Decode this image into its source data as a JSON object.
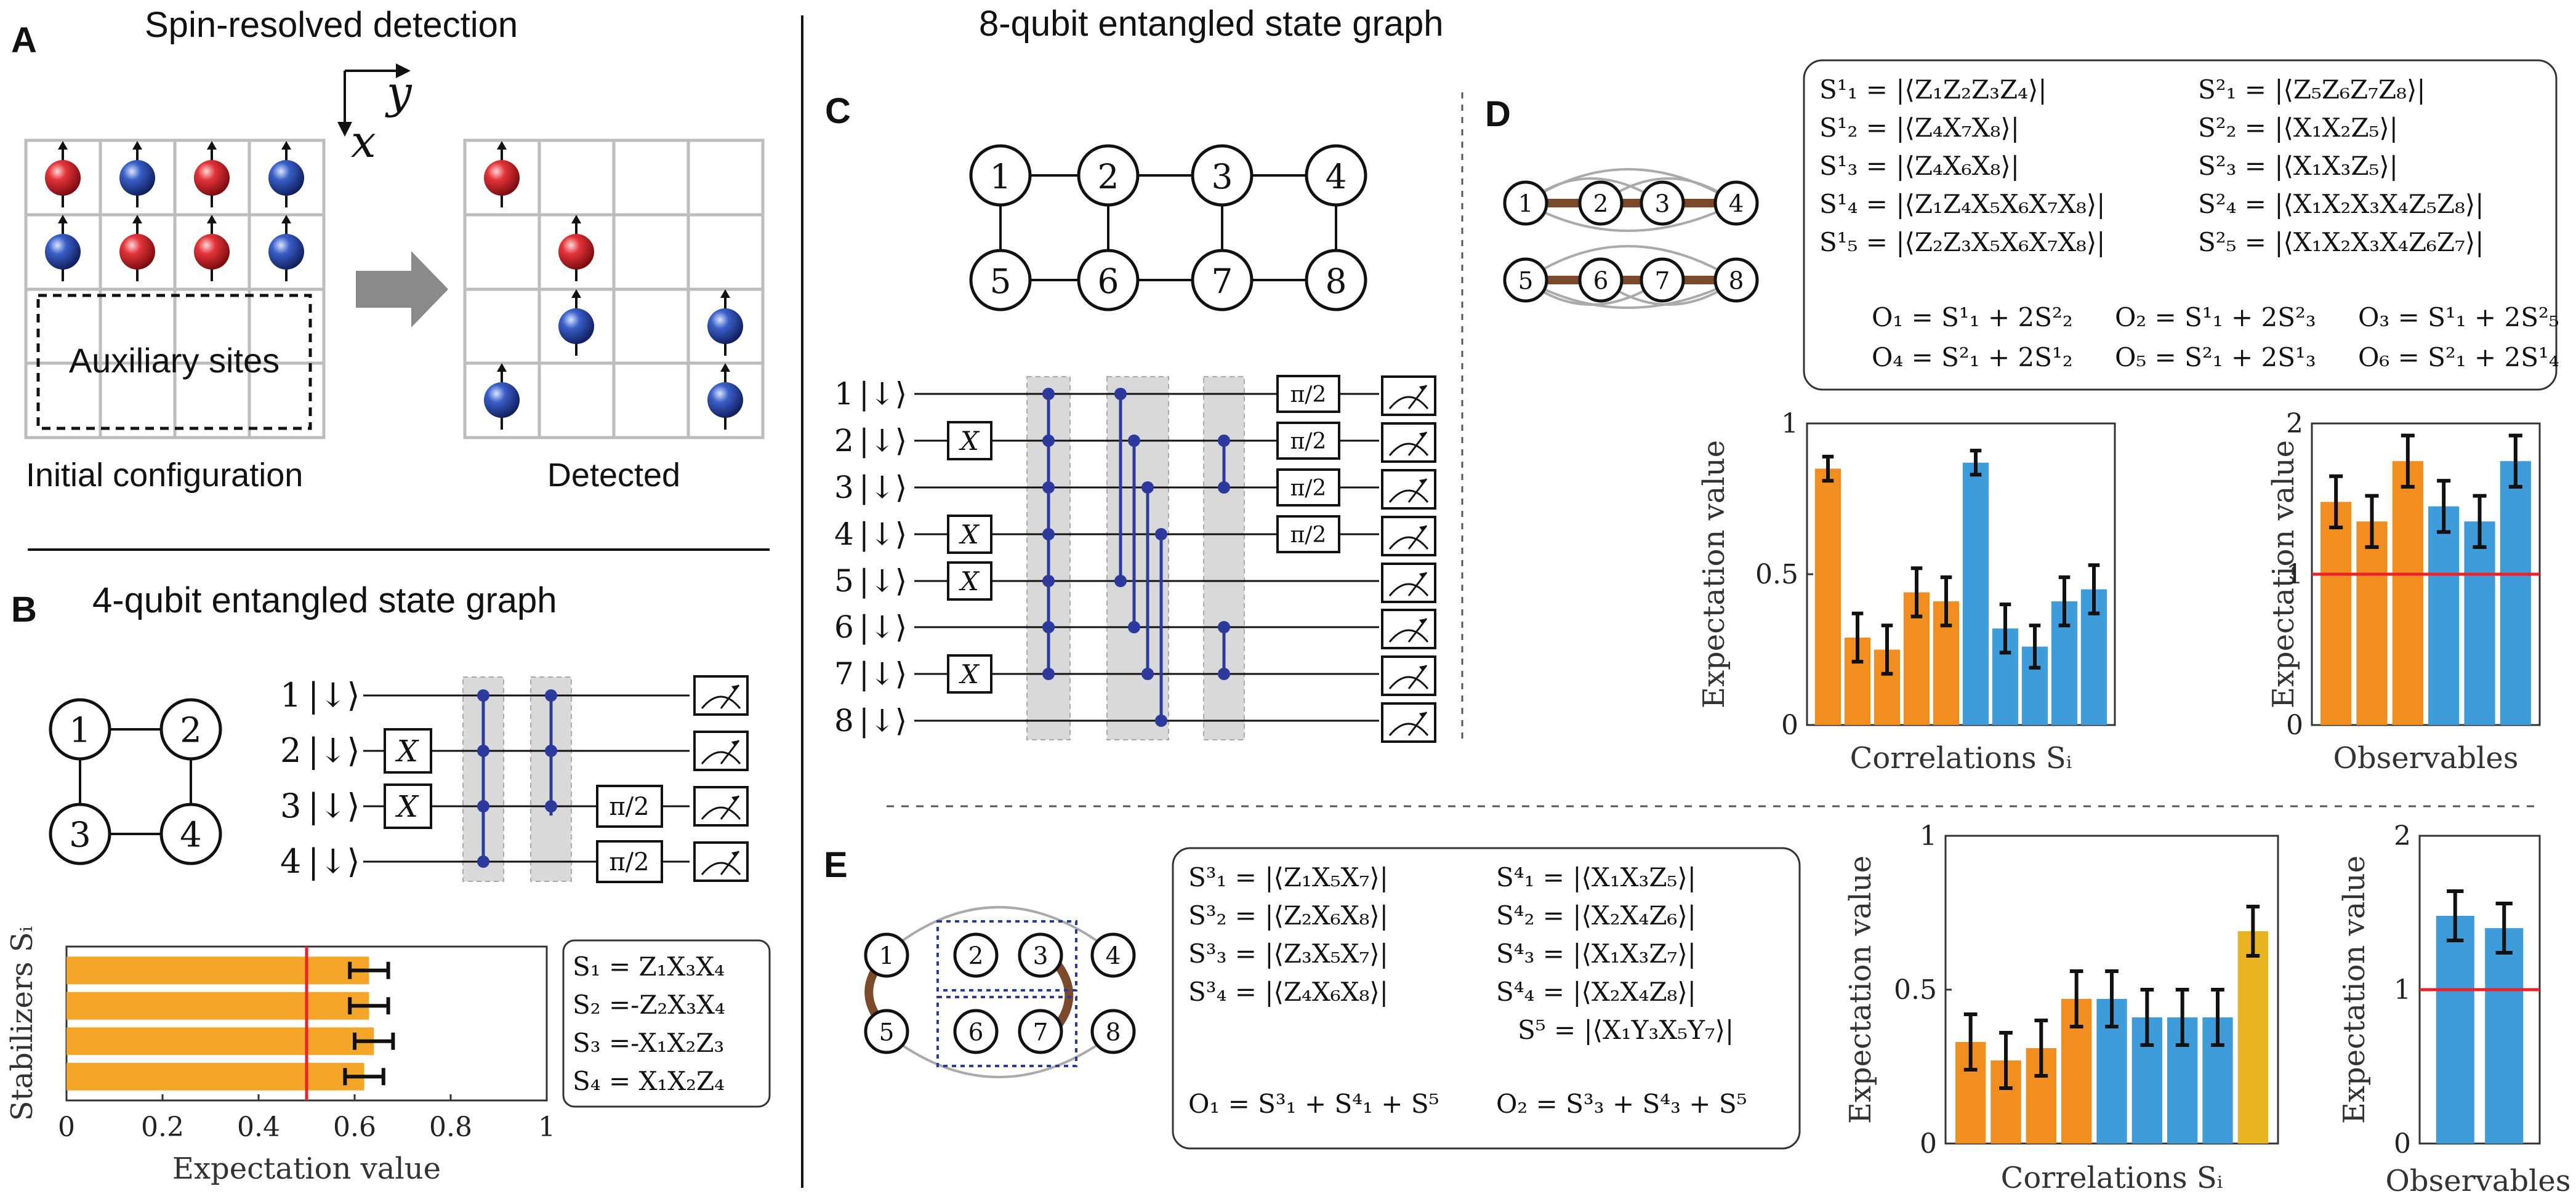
{
  "panels": {
    "A": {
      "letter": "A",
      "title": "Spin-resolved detection",
      "aux_label": "Auxiliary sites",
      "initial_label": "Initial configuration",
      "detected_label": "Detected",
      "axis_x": "x",
      "axis_y": "y"
    },
    "B": {
      "letter": "B",
      "title": "4-qubit entangled state graph",
      "nodes": [
        "1",
        "2",
        "3",
        "4"
      ],
      "qubit_rows": [
        "1",
        "2",
        "3",
        "4"
      ],
      "ket": "|↓⟩",
      "x_gate": "X",
      "rot_gate": "π/2",
      "stabilizers": [
        "S₁ =  Z₁X₃X₄",
        "S₂ =-Z₂X₃X₄",
        "S₃ =-X₁X₂Z₃",
        "S₄ =  X₁X₂Z₄"
      ]
    },
    "C": {
      "letter": "C",
      "title": "8-qubit entangled state graph",
      "nodes": [
        "1",
        "2",
        "3",
        "4",
        "5",
        "6",
        "7",
        "8"
      ],
      "qubit_rows": [
        "1",
        "2",
        "3",
        "4",
        "5",
        "6",
        "7",
        "8"
      ],
      "ket": "|↓⟩",
      "x_gate": "X",
      "rot_gate": "π/2"
    },
    "D": {
      "letter": "D",
      "nodes": [
        "1",
        "2",
        "3",
        "4",
        "5",
        "6",
        "7",
        "8"
      ],
      "equations_left": [
        "S¹₁ = |⟨Z₁Z₂Z₃Z₄⟩|",
        "S¹₂ = |⟨Z₄X₇X₈⟩|",
        "S¹₃ = |⟨Z₄X₆X₈⟩|",
        "S¹₄ = |⟨Z₁Z₄X₅X₆X₇X₈⟩|",
        "S¹₅ = |⟨Z₂Z₃X₅X₆X₇X₈⟩|"
      ],
      "equations_right": [
        "S²₁ = |⟨Z₅Z₆Z₇Z₈⟩|",
        "S²₂ = |⟨X₁X₂Z₅⟩|",
        "S²₃ = |⟨X₁X₃Z₅⟩|",
        "S²₄ = |⟨X₁X₂X₃X₄Z₅Z₈⟩|",
        "S²₅ = |⟨X₁X₂X₃X₄Z₆Z₇⟩|"
      ],
      "observables": [
        "O₁ = S¹₁ + 2S²₂",
        "O₂ = S¹₁ + 2S²₃",
        "O₃ = S¹₁ + 2S²₅",
        "O₄ = S²₁ + 2S¹₂",
        "O₅ = S²₁ + 2S¹₃",
        "O₆ = S²₁ + 2S¹₄"
      ]
    },
    "E": {
      "letter": "E",
      "nodes": [
        "1",
        "2",
        "3",
        "4",
        "5",
        "6",
        "7",
        "8"
      ],
      "equations_left": [
        "S³₁ = |⟨Z₁X₅X₇⟩|",
        "S³₂ = |⟨Z₂X₆X₈⟩|",
        "S³₃ = |⟨Z₃X₅X₇⟩|",
        "S³₄ = |⟨Z₄X₆X₈⟩|"
      ],
      "equations_right": [
        "S⁴₁ = |⟨X₁X₃Z₅⟩|",
        "S⁴₂ = |⟨X₂X₄Z₆⟩|",
        "S⁴₃ = |⟨X₁X₃Z₇⟩|",
        "S⁴₄ = |⟨X₂X₄Z₈⟩|",
        "S⁵ = |⟨X₁Y₃X₅Y₇⟩|"
      ],
      "observables": [
        "O₁ = S³₁ + S⁴₁ + S⁵",
        "O₂ = S³₃ + S⁴₃ + S⁵"
      ]
    }
  },
  "colors": {
    "orange": "#F28E1F",
    "blue": "#3D9CD9",
    "gold": "#E9B422",
    "red": "#E8232A",
    "edge": "#7B4A2A",
    "gate_dot": "#2B3A9C"
  },
  "chart_data": [
    {
      "id": "B-stabilizers",
      "type": "bar",
      "orientation": "horizontal",
      "categories": [
        "S₁",
        "S₂",
        "S₃",
        "S₄"
      ],
      "values": [
        0.63,
        0.63,
        0.64,
        0.62
      ],
      "errors": [
        0.04,
        0.04,
        0.04,
        0.04
      ],
      "color": "#F4A628",
      "reference_line": 0.5,
      "xlim": [
        0,
        1
      ],
      "xticks": [
        "0",
        "0.2",
        "0.4",
        "0.6",
        "0.8",
        "1"
      ],
      "xlabel": "Expectation value",
      "ylabel": "Stabilizers Sᵢ"
    },
    {
      "id": "D-correlations",
      "type": "bar",
      "values": [
        0.85,
        0.29,
        0.25,
        0.44,
        0.41,
        0.87,
        0.32,
        0.26,
        0.41,
        0.45
      ],
      "errors": [
        0.04,
        0.08,
        0.08,
        0.08,
        0.08,
        0.04,
        0.08,
        0.07,
        0.08,
        0.08
      ],
      "colors": [
        "orange",
        "orange",
        "orange",
        "orange",
        "orange",
        "blue",
        "blue",
        "blue",
        "blue",
        "blue"
      ],
      "ylim": [
        0,
        1
      ],
      "yticks": [
        "0",
        "0.5",
        "1"
      ],
      "xlabel": "Correlations Sᵢ",
      "ylabel": "Expectation value"
    },
    {
      "id": "D-observables",
      "type": "bar",
      "values": [
        1.48,
        1.35,
        1.75,
        1.45,
        1.35,
        1.75
      ],
      "errors": [
        0.17,
        0.17,
        0.17,
        0.17,
        0.17,
        0.17
      ],
      "colors": [
        "orange",
        "orange",
        "orange",
        "blue",
        "blue",
        "blue"
      ],
      "reference_line": 1,
      "ylim": [
        0,
        2
      ],
      "yticks": [
        "0",
        "1",
        "2"
      ],
      "xlabel": "Observables",
      "ylabel": "Expectation value"
    },
    {
      "id": "E-correlations",
      "type": "bar",
      "values": [
        0.33,
        0.27,
        0.31,
        0.47,
        0.47,
        0.41,
        0.41,
        0.41,
        0.69
      ],
      "errors": [
        0.09,
        0.09,
        0.09,
        0.09,
        0.09,
        0.09,
        0.09,
        0.09,
        0.08
      ],
      "colors": [
        "orange",
        "orange",
        "orange",
        "orange",
        "blue",
        "blue",
        "blue",
        "blue",
        "gold"
      ],
      "ylim": [
        0,
        1
      ],
      "yticks": [
        "0",
        "0.5",
        "1"
      ],
      "xlabel": "Correlations Sᵢ",
      "ylabel": "Expectation value"
    },
    {
      "id": "E-observables",
      "type": "bar",
      "values": [
        1.48,
        1.4
      ],
      "errors": [
        0.16,
        0.16
      ],
      "colors": [
        "blue",
        "blue"
      ],
      "reference_line": 1,
      "ylim": [
        0,
        2
      ],
      "yticks": [
        "0",
        "1",
        "2"
      ],
      "xlabel": "Observables",
      "ylabel": "Expectation value"
    }
  ]
}
